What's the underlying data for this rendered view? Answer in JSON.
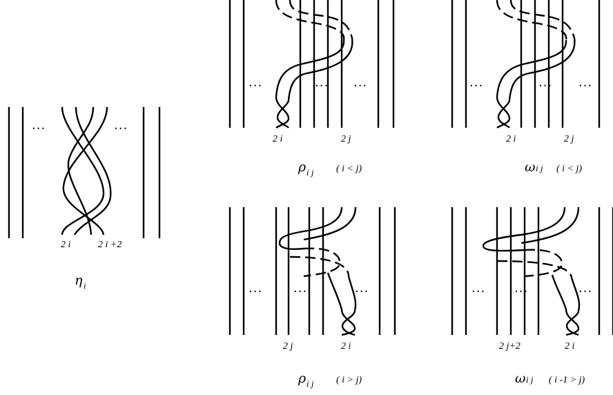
{
  "panels": {
    "eta": {
      "symbol": "η",
      "subscript": "i",
      "condition": "",
      "labels": [
        "2 i",
        "2 i +2"
      ],
      "ellipsis": "···"
    },
    "rho_lt": {
      "symbol": "ρ",
      "subscript": "i j",
      "condition": "( i < j)",
      "labels": [
        "2 i",
        "2 j"
      ],
      "ellipsis": "···"
    },
    "omega_lt": {
      "symbol": "ω",
      "subscript": "i j",
      "condition": "( i < j)",
      "labels": [
        "2 i",
        "2 j"
      ],
      "ellipsis": "···"
    },
    "rho_gt": {
      "symbol": "ρ",
      "subscript": "i j",
      "condition": "( i > j)",
      "labels": [
        "2 j",
        "2 i"
      ],
      "ellipsis": "···"
    },
    "omega_gt": {
      "symbol": "ω",
      "subscript": "i j",
      "condition": "( i -1 > j)",
      "labels": [
        "2 j+2",
        "2 i"
      ],
      "ellipsis": "···"
    }
  }
}
